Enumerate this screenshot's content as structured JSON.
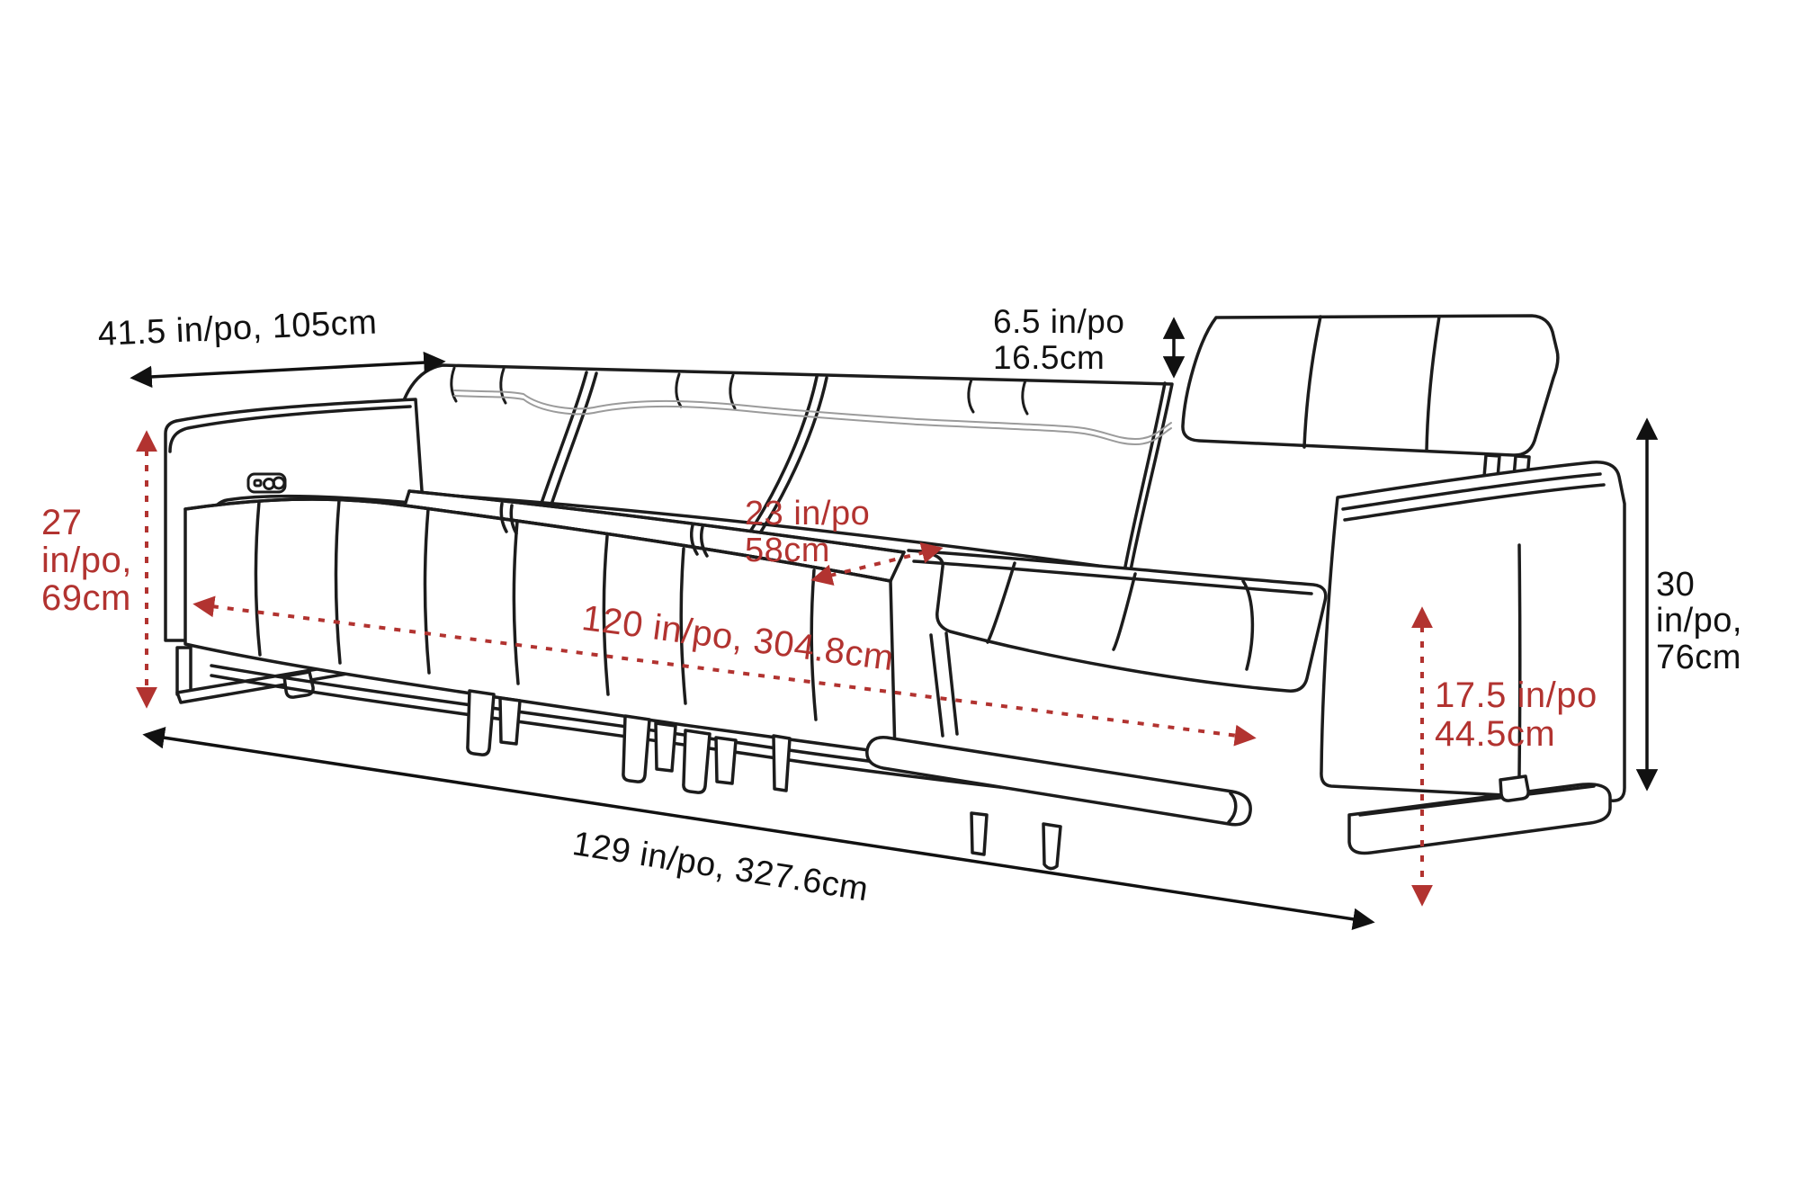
{
  "diagram": {
    "subject": "reclining-sofa-dimension-diagram",
    "colors": {
      "outline": "#1c1c1c",
      "stitch_gray": "#9b9b9b",
      "dimension_black": "#111111",
      "dimension_red": "#b23330",
      "background": "#ffffff"
    },
    "measurements": {
      "sofa_depth": {
        "text": "41.5 in/po, 105cm",
        "inches": "41.5",
        "cm": "105",
        "color": "black",
        "arrow": "solid-horizontal"
      },
      "headrest_raise": {
        "text": "6.5 in/po\n16.5cm",
        "inches": "6.5",
        "cm": "16.5",
        "color": "black",
        "arrow": "solid-vertical"
      },
      "back_height": {
        "text": "27\nin/po,\n69cm",
        "inches": "27",
        "cm": "69",
        "color": "red",
        "arrow": "dashed-vertical"
      },
      "seat_depth": {
        "text": "23 in/po\n58cm",
        "inches": "23",
        "cm": "58",
        "color": "red",
        "arrow": "dashed-diagonal"
      },
      "inside_width": {
        "text": "120 in/po, 304.8cm",
        "inches": "120",
        "cm": "304.8",
        "color": "red",
        "arrow": "dashed-horizontal"
      },
      "seat_front_height": {
        "text": "17.5 in/po\n44.5cm",
        "inches": "17.5",
        "cm": "44.5",
        "color": "red",
        "arrow": "dashed-vertical"
      },
      "arm_height": {
        "text": "30\nin/po,\n76cm",
        "inches": "30",
        "cm": "76",
        "color": "black",
        "arrow": "solid-vertical"
      },
      "overall_width": {
        "text": "129 in/po, 327.6cm",
        "inches": "129",
        "cm": "327.6",
        "color": "black",
        "arrow": "solid-horizontal"
      }
    }
  }
}
